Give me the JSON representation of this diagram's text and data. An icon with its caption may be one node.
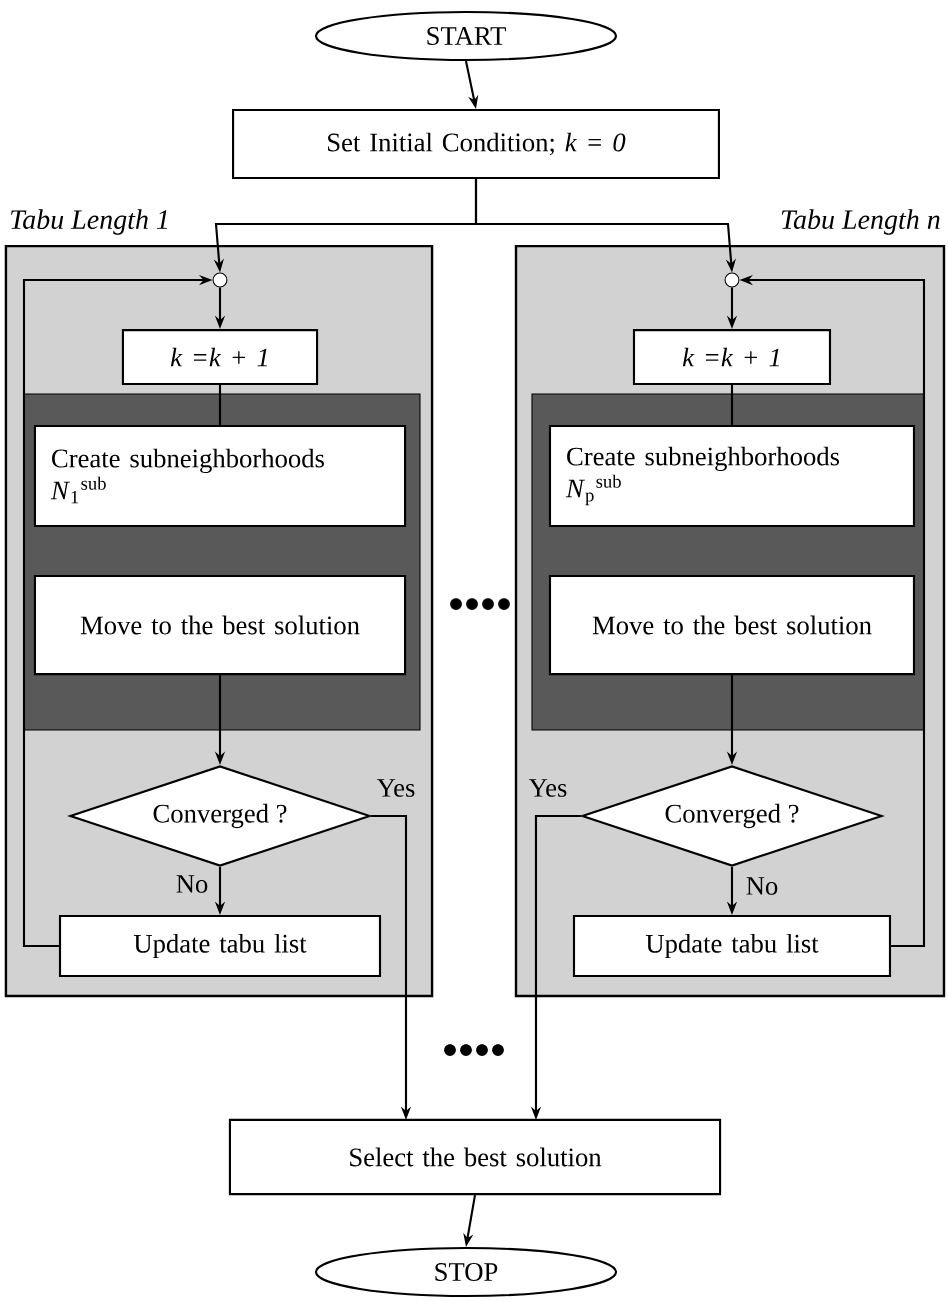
{
  "diagram": {
    "nodes": [
      {
        "text": [
          "START"
        ]
      },
      {
        "text": [
          "Set Initial Condition; *k = 0*"
        ]
      },
      {
        "text": [
          "Tabu Length 1"
        ]
      },
      {
        "text": [],
        "shape": "circle",
        "in": 2
      },
      {
        "text": [
          "k =k + 1"
        ],
        "in": 2
      },
      {
        "text": [
          "Create subneighborhoods *N*$_{1}$$^{sub}$"
        ],
        "in": 2
      },
      {
        "text": [
          "Move to the best solution"
        ],
        "in": 2
      },
      {
        "text": [
          "Converged ?"
        ],
        "in": 2
      },
      {
        "text": [
          "Update tabu list"
        ],
        "in": 2
      },
      {
        "text": [
          "Tabu Length n"
        ]
      },
      {
        "text": [],
        "shape": "circle",
        "in": 9
      },
      {
        "text": [
          "k =k + 1"
        ],
        "in": 9
      },
      {
        "text": [
          "Create subneighborhoods *N*$_{p}$$^{sub}$"
        ],
        "in": 9
      },
      {
        "text": [
          "Move to the best solution"
        ],
        "in": 9
      },
      {
        "text": [
          "Converged ?"
        ],
        "in": 9
      },
      {
        "text": [
          "Update tabu list"
        ],
        "in": 9
      },
      {
        "text": [
          "Select the best solution"
        ]
      },
      {
        "text": [
          "STOP"
        ]
      }
    ],
    "edges": [
      {
        "from": 0,
        "to": 1,
        "arrow": "to"
      },
      {
        "from": 1,
        "to": 3,
        "arrow": "to"
      },
      {
        "from": 1,
        "to": 10,
        "arrow": "to"
      },
      {
        "from": 3,
        "to": 4,
        "arrow": "to"
      },
      {
        "from": 4,
        "to": 5,
        "arrow": "none"
      },
      {
        "from": 6,
        "to": 7,
        "arrow": "to"
      },
      {
        "from": 7,
        "to": 8,
        "arrow": "to",
        "label": "No"
      },
      {
        "from": 8,
        "to": 3,
        "arrow": "to"
      },
      {
        "from": 7,
        "to": 16,
        "arrow": "to",
        "label": "Yes"
      },
      {
        "from": 10,
        "to": 11,
        "arrow": "to"
      },
      {
        "from": 11,
        "to": 12,
        "arrow": "none"
      },
      {
        "from": 13,
        "to": 14,
        "arrow": "to"
      },
      {
        "from": 14,
        "to": 15,
        "arrow": "to",
        "label": "No"
      },
      {
        "from": 15,
        "to": 10,
        "arrow": "to"
      },
      {
        "from": 14,
        "to": 16,
        "arrow": "to",
        "label": "Yes"
      },
      {
        "from": 16,
        "to": 17,
        "arrow": "to"
      }
    ]
  }
}
